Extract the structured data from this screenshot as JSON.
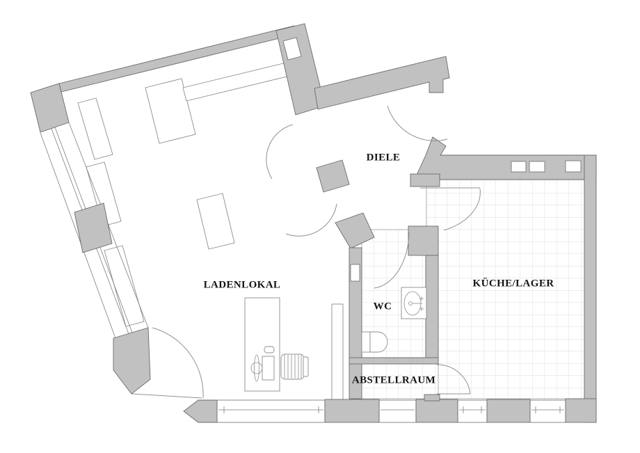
{
  "floor_plan": {
    "rooms": [
      {
        "id": "ladenlokal",
        "label": "LADENLOKAL"
      },
      {
        "id": "diele",
        "label": "DIELE"
      },
      {
        "id": "wc",
        "label": "WC"
      },
      {
        "id": "kueche-lager",
        "label": "KÜCHE/LAGER"
      },
      {
        "id": "abstellraum",
        "label": "ABSTELLRAUM"
      }
    ],
    "fixtures": [
      "washbasin",
      "toilet",
      "sales-desk",
      "chair",
      "display-platforms",
      "storefront-glazing",
      "tiled-floor"
    ],
    "doors": [
      "corner-entrance-door",
      "diele-entrance-door",
      "ladenlokal-diele-double-door",
      "wc-door",
      "kitchen-door",
      "abstellraum-door"
    ]
  },
  "colors": {
    "background": "#ffffff",
    "wall_fill": "#c1c1c1",
    "wall_stroke": "#6a6a6a",
    "tile_line": "#d2d2d2",
    "text": "#141414"
  }
}
